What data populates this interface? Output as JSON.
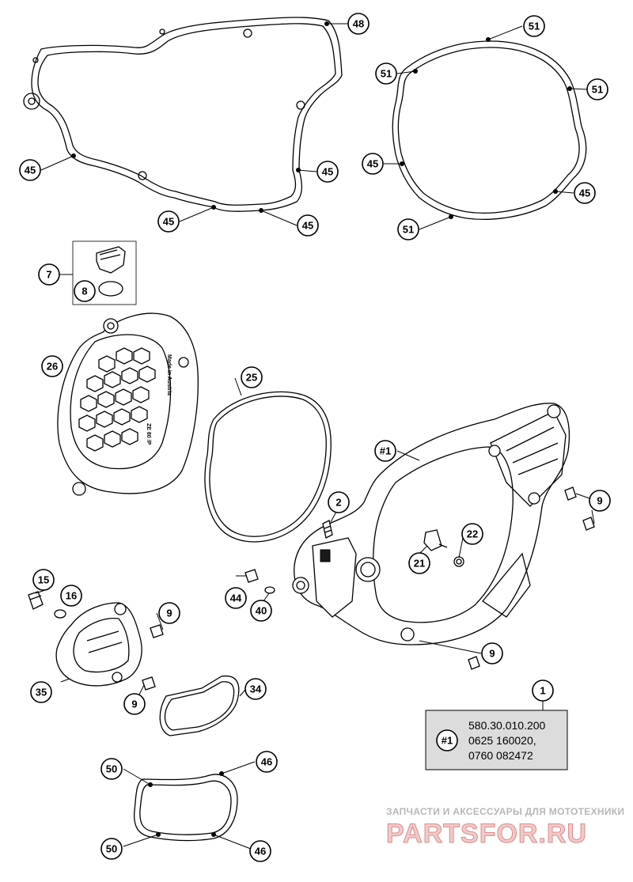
{
  "callouts": {
    "c48": "48",
    "c51a": "51",
    "c51b": "51",
    "c51c": "51",
    "c51d": "51",
    "c45a": "45",
    "c45b": "45",
    "c45c": "45",
    "c45d": "45",
    "c45e": "45",
    "c45f": "45",
    "c7": "7",
    "c8": "8",
    "c26": "26",
    "c25": "25",
    "c1hash": "#1",
    "c2": "2",
    "c22": "22",
    "c21": "21",
    "c9a": "9",
    "c9b": "9",
    "c9c": "9",
    "c9d": "9",
    "c15": "15",
    "c16": "16",
    "c44": "44",
    "c40": "40",
    "c35": "35",
    "c34": "34",
    "c1": "1",
    "c50a": "50",
    "c50b": "50",
    "c46a": "46",
    "c46b": "46"
  },
  "info_box": {
    "ref": "#1",
    "lines": [
      "580.30.010.200",
      "0625 160020,",
      "0760 082472"
    ]
  },
  "cover_text": {
    "made_in": "Made in Austria",
    "code": "ZE 80 /P"
  },
  "watermark": {
    "tagline": "ЗАПЧАСТИ И АКСЕССУАРЫ ДЛЯ МОТОТЕХНИКИ",
    "logo": "PARTSFOR.RU"
  }
}
